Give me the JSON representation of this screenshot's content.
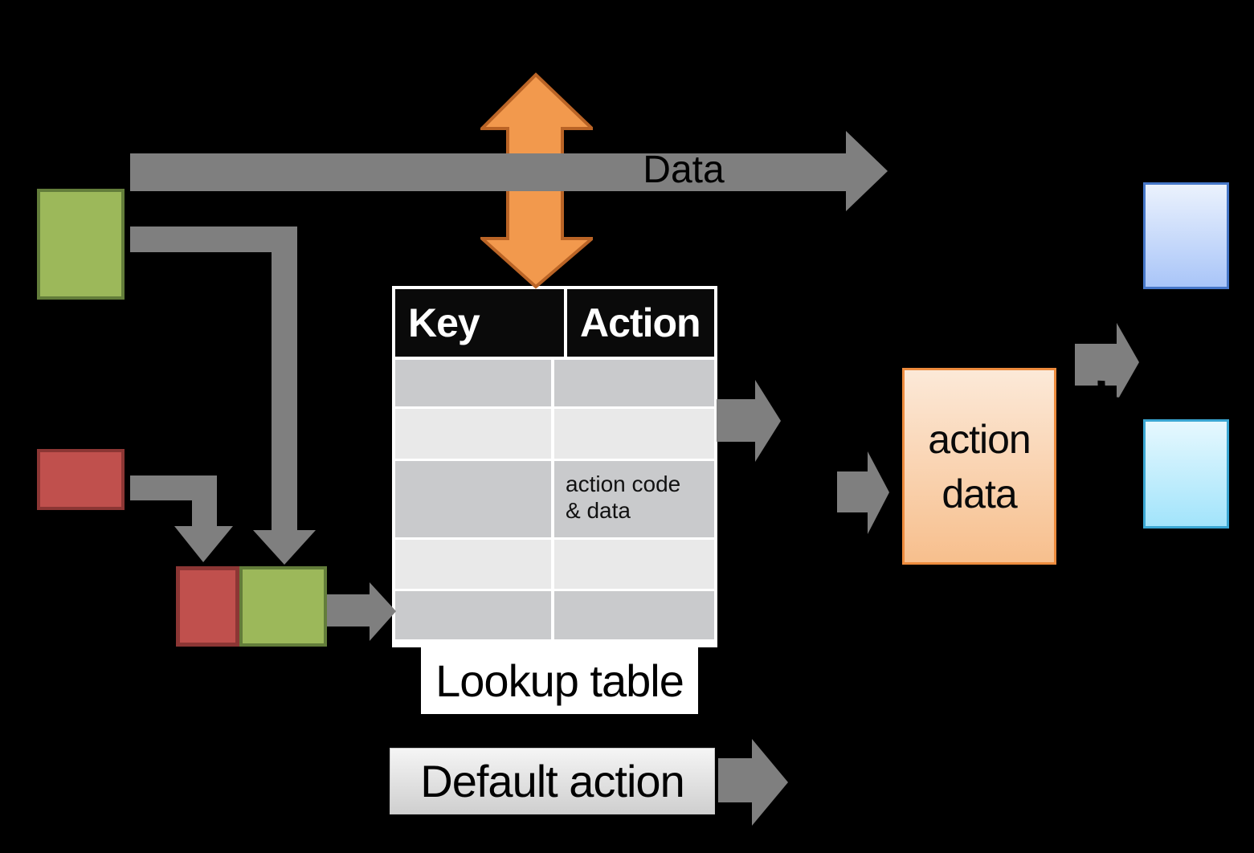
{
  "colors": {
    "gray": "#7F7F7F",
    "orange": "#F2994D",
    "orangeStroke": "#BA6426",
    "green": "#9CB85A",
    "greenStroke": "#637D3A",
    "red": "#C0504D",
    "redStroke": "#8C3634",
    "headerBg": "#0A0A0A",
    "rowDark": "#C9CACC",
    "rowLight": "#E9E9E9",
    "actionBoxBorder": "#ED8B3D",
    "actionBoxTop": "#FCE9D8",
    "actionBoxBottom": "#F7BF8D",
    "blueBorder": "#4677C8",
    "blueTop": "#EBF2FD",
    "blueBottom": "#A9C5F8",
    "cyanBorder": "#3AA6D2",
    "cyanTop": "#E6F8FE",
    "cyanBottom": "#A2E4FB",
    "defaultTop": "#F5F5F5",
    "defaultBottom": "#CFCFCF"
  },
  "diagram": {
    "data_label": "Data",
    "table": {
      "headers": [
        "Key",
        "Action"
      ],
      "action_cell_line1": "action code",
      "action_cell_line2": "& data",
      "caption": "Lookup table"
    },
    "action_box_line1": "action",
    "action_box_line2": "data",
    "default_action_label": "Default action"
  }
}
